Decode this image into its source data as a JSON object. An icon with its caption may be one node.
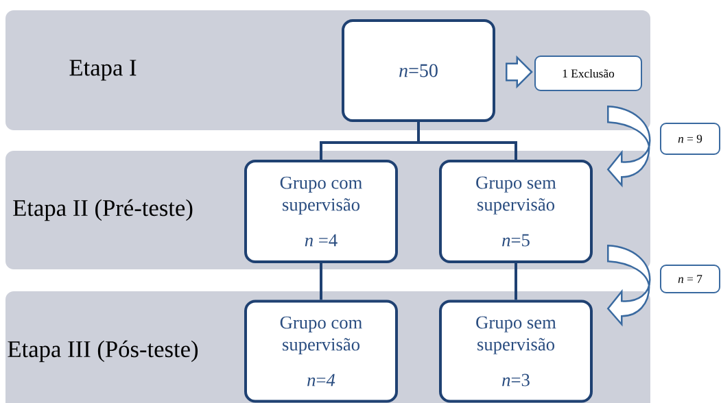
{
  "diagram": {
    "nodes": [
      {
        "text": [
          "Etapa I"
        ]
      },
      {
        "text": [
          "Etapa II (Pré-teste)"
        ]
      },
      {
        "text": [
          "Etapa III (Pós-teste)"
        ]
      },
      {
        "text": [
          "*n*=50"
        ],
        "in": 0
      },
      {
        "text": [
          "1 Exclusão"
        ],
        "in": 0
      },
      {
        "text": [
          "Grupo com supervisão",
          "*n* =4"
        ],
        "in": 1
      },
      {
        "text": [
          "Grupo sem supervisão",
          "*n*=5"
        ],
        "in": 1
      },
      {
        "text": [
          "Grupo com supervisão",
          "*n*=*4*"
        ],
        "in": 2
      },
      {
        "text": [
          "Grupo sem supervisão",
          "*n*=3"
        ],
        "in": 2
      },
      {
        "text": [
          "*n* = 9"
        ]
      },
      {
        "text": [
          "*n* = 7"
        ]
      }
    ],
    "edges": [
      {
        "from": 3,
        "to": 4,
        "arrow": "to"
      },
      {
        "from": 3,
        "to": 5,
        "arrow": "none"
      },
      {
        "from": 3,
        "to": 6,
        "arrow": "none"
      },
      {
        "from": 5,
        "to": 7,
        "arrow": "none"
      },
      {
        "from": 6,
        "to": 8,
        "arrow": "none"
      },
      {
        "from": 0,
        "to": 1,
        "arrow": "to"
      },
      {
        "from": 1,
        "to": 2,
        "arrow": "to"
      }
    ]
  }
}
